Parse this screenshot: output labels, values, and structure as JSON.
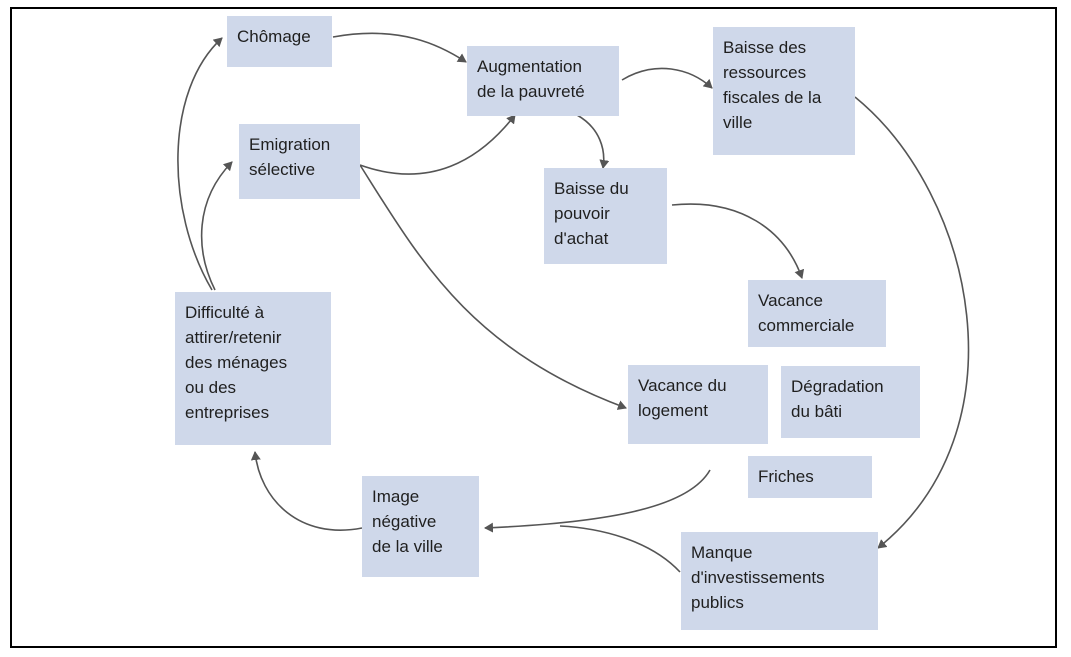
{
  "nodes": {
    "chomage": "Chômage",
    "augmentation": "Augmentation\nde la pauvreté",
    "baisse_ressources": "Baisse des\nressources\nfiscales de la\nville",
    "emigration": "Emigration\nsélective",
    "baisse_pouvoir": "Baisse du\npouvoir\nd'achat",
    "vacance_commerciale": "Vacance\ncommerciale",
    "difficulte": "Difficulté à\nattirer/retenir\ndes ménages\nou des\nentreprises",
    "vacance_logement": "Vacance du\nlogement",
    "degradation": "Dégradation\ndu bâti",
    "friches": "Friches",
    "image": "Image\nnégative\nde la ville",
    "manque": "Manque\nd'investissements\npublics"
  },
  "colors": {
    "node_fill": "#cfd8ea",
    "arrow": "#555555"
  }
}
